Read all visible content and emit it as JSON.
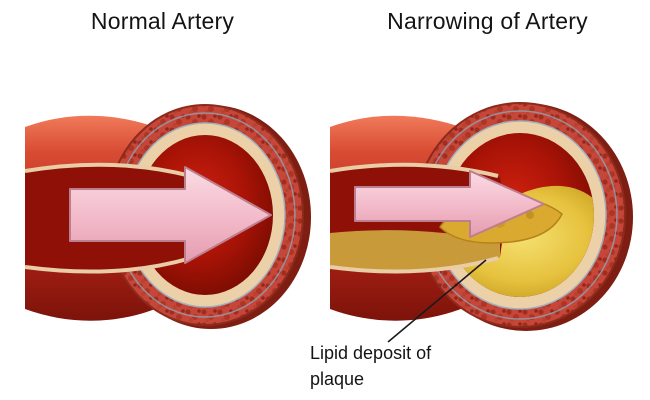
{
  "page": {
    "background_color": "#ffffff"
  },
  "diagram": {
    "left_panel": {
      "title": "Normal Artery"
    },
    "right_panel": {
      "title": "Narrowing of Artery"
    },
    "annotation": {
      "plaque_label": "Lipid deposit of plaque"
    }
  },
  "colors": {
    "title_text": "#141414",
    "artery_wall_red": "#c6473a",
    "wall_mottle_dark": "#a12d1e",
    "inner_wall_tan": "#ecd0a8",
    "membrane_line_blue": "#9fb0bd",
    "lumen_dark_red": "#8f1007",
    "tube_red": "#b22317",
    "cut_edge_tan": "#e8cda6",
    "plaque_yellow": "#e6c23e",
    "plaque_floor": "#c89a3a",
    "flow_arrow_pink": "#f2b9c9",
    "arrow_outline_pink": "#bd7e8e",
    "pointer_line": "#1a1a1a"
  }
}
